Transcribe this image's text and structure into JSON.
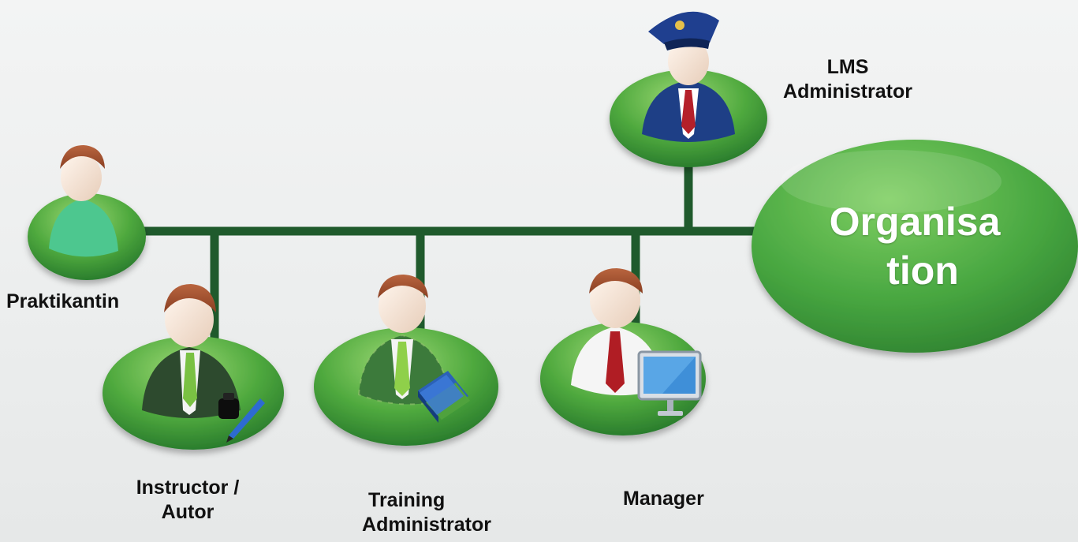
{
  "organisation": {
    "line1": "Organisa",
    "line2": "tion"
  },
  "roles": {
    "lms_admin": {
      "line1": "LMS",
      "line2": "Administrator"
    },
    "praktikantin": {
      "label": "Praktikantin"
    },
    "instructor": {
      "line1": "Instructor /",
      "line2": "Autor"
    },
    "training_admin": {
      "line1": "Training",
      "line2": "Administrator"
    },
    "manager": {
      "label": "Manager"
    }
  },
  "colors": {
    "connector": "#1f5a2c",
    "disc_light": "#8fd06b",
    "disc_dark": "#2f8a2c",
    "organisation_fill": "#4fae45",
    "label_text": "#111111",
    "organisation_text": "#ffffff"
  },
  "icons": [
    "police-cap-icon",
    "ink-pen-icon",
    "books-icon",
    "computer-monitor-icon"
  ]
}
